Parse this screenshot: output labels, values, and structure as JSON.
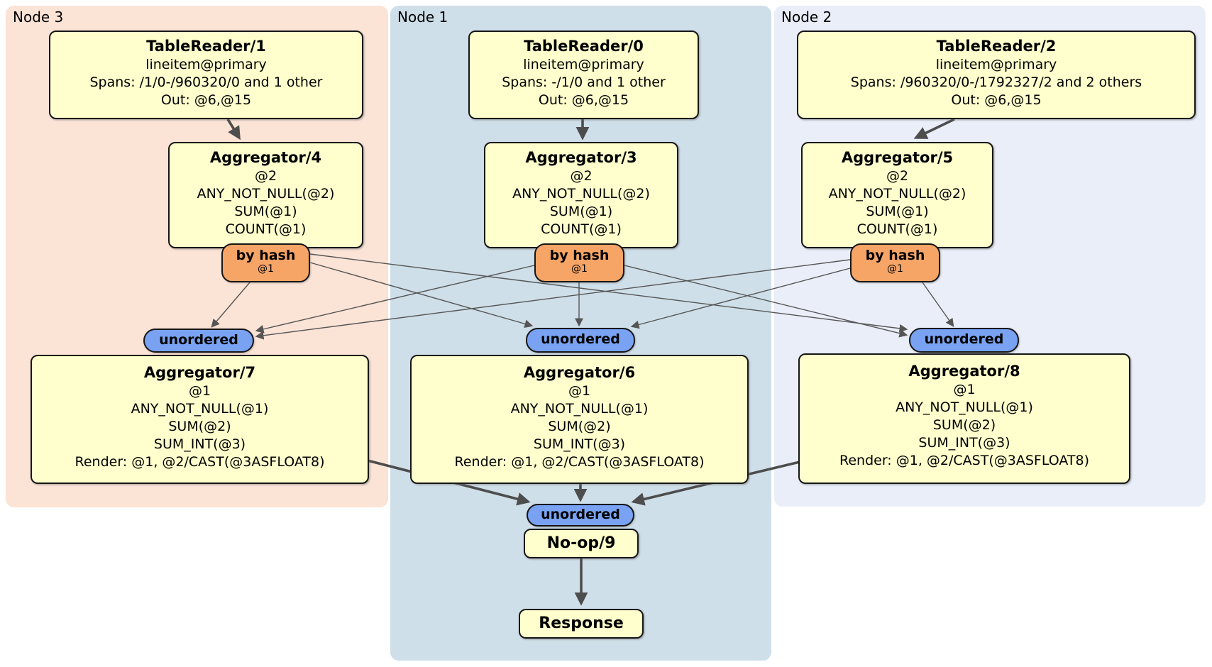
{
  "nodes": [
    {
      "label": "Node 3",
      "table_reader": {
        "title": "TableReader/1",
        "subtitle": "lineitem@primary",
        "spans": "Spans: /1/0-/960320/0 and 1 other",
        "out": "Out: @6,@15"
      },
      "aggregator": {
        "title": "Aggregator/4",
        "lines": [
          "@2",
          "ANY_NOT_NULL(@2)",
          "SUM(@1)",
          "COUNT(@1)"
        ]
      },
      "router": {
        "label": "by hash",
        "detail": "@1"
      },
      "stream": {
        "label": "unordered"
      },
      "final_aggregator": {
        "title": "Aggregator/7",
        "lines": [
          "@1",
          "ANY_NOT_NULL(@1)",
          "SUM(@2)",
          "SUM_INT(@3)",
          "Render: @1, @2/CAST(@3ASFLOAT8)"
        ]
      }
    },
    {
      "label": "Node 1",
      "table_reader": {
        "title": "TableReader/0",
        "subtitle": "lineitem@primary",
        "spans": "Spans: -/1/0 and 1 other",
        "out": "Out: @6,@15"
      },
      "aggregator": {
        "title": "Aggregator/3",
        "lines": [
          "@2",
          "ANY_NOT_NULL(@2)",
          "SUM(@1)",
          "COUNT(@1)"
        ]
      },
      "router": {
        "label": "by hash",
        "detail": "@1"
      },
      "stream": {
        "label": "unordered"
      },
      "final_aggregator": {
        "title": "Aggregator/6",
        "lines": [
          "@1",
          "ANY_NOT_NULL(@1)",
          "SUM(@2)",
          "SUM_INT(@3)",
          "Render: @1, @2/CAST(@3ASFLOAT8)"
        ]
      }
    },
    {
      "label": "Node 2",
      "table_reader": {
        "title": "TableReader/2",
        "subtitle": "lineitem@primary",
        "spans": "Spans: /960320/0-/1792327/2 and 2 others",
        "out": "Out: @6,@15"
      },
      "aggregator": {
        "title": "Aggregator/5",
        "lines": [
          "@2",
          "ANY_NOT_NULL(@2)",
          "SUM(@1)",
          "COUNT(@1)"
        ]
      },
      "router": {
        "label": "by hash",
        "detail": "@1"
      },
      "stream": {
        "label": "unordered"
      },
      "final_aggregator": {
        "title": "Aggregator/8",
        "lines": [
          "@1",
          "ANY_NOT_NULL(@1)",
          "SUM(@2)",
          "SUM_INT(@3)",
          "Render: @1, @2/CAST(@3ASFLOAT8)"
        ]
      }
    }
  ],
  "sink": {
    "stream": {
      "label": "unordered"
    },
    "noop": {
      "title": "No-op/9"
    },
    "response": {
      "title": "Response"
    }
  },
  "colors": {
    "node3_bg": "#fbe3d6",
    "node1_bg": "#cfdfe9",
    "node2_bg": "#e9eef8",
    "processor_box_bg": "#ffffcd",
    "hash_router_bg": "#f6a567",
    "stream_pill_bg": "#79a3f2",
    "edge": "#4d4d4d"
  }
}
